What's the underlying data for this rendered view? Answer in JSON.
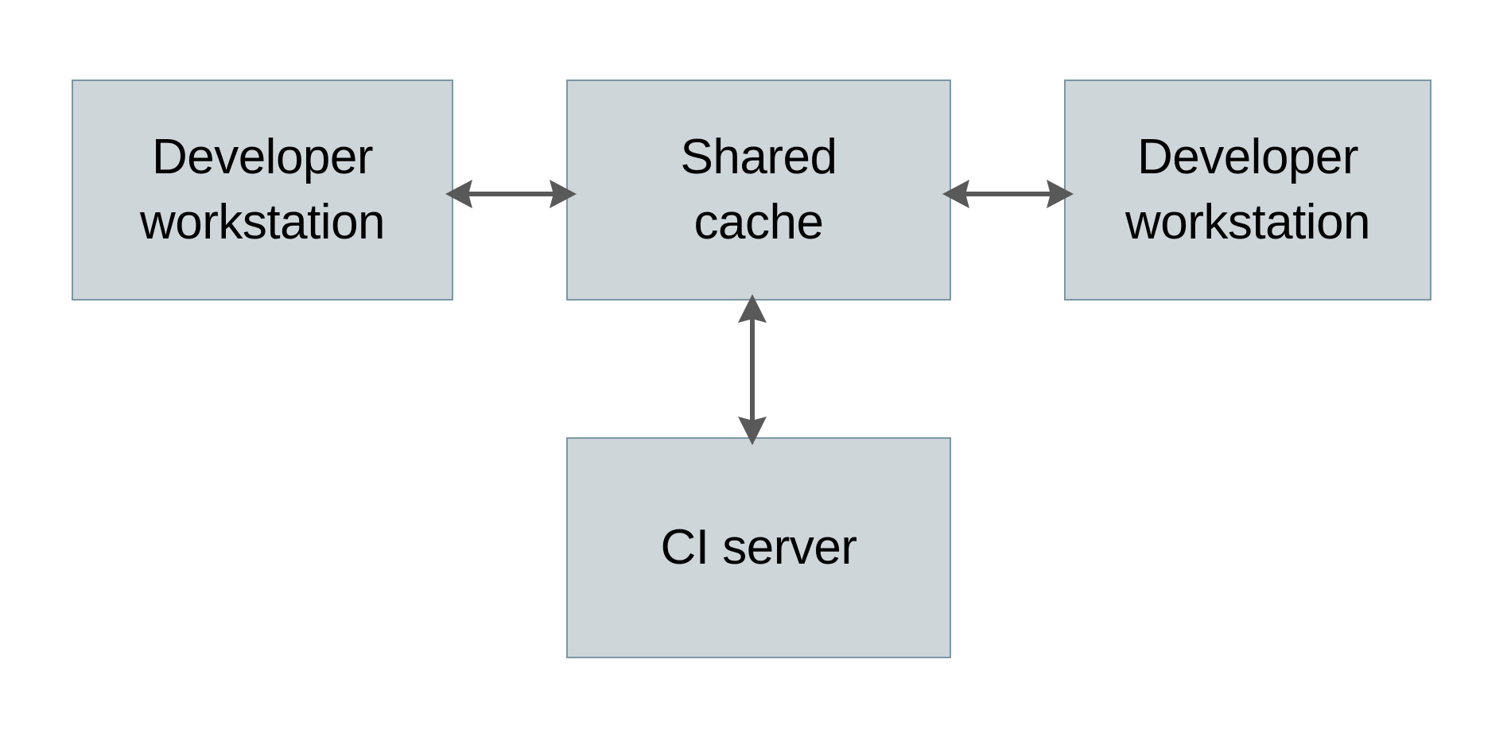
{
  "diagram": {
    "type": "block-diagram",
    "background_color": "#ffffff",
    "node_fill_color": "#ced6da",
    "node_border_color": "#7d96a3",
    "arrow_color": "#595959",
    "text_color": "#000000",
    "nodes": [
      {
        "id": "dev-left",
        "label": "Developer\nworkstation",
        "shape": "rectangle"
      },
      {
        "id": "shared",
        "label": "Shared\ncache",
        "shape": "rectangle"
      },
      {
        "id": "dev-right",
        "label": "Developer\nworkstation",
        "shape": "rectangle"
      },
      {
        "id": "ci",
        "label": "CI server",
        "shape": "rectangle"
      }
    ],
    "edges": [
      {
        "id": "edge-left-shared",
        "from": "dev-left",
        "to": "shared",
        "direction": "bidirectional",
        "orientation": "horizontal",
        "label": ""
      },
      {
        "id": "edge-shared-right",
        "from": "shared",
        "to": "dev-right",
        "direction": "bidirectional",
        "orientation": "horizontal",
        "label": ""
      },
      {
        "id": "edge-shared-ci",
        "from": "shared",
        "to": "ci",
        "direction": "bidirectional",
        "orientation": "vertical",
        "label": ""
      }
    ]
  }
}
